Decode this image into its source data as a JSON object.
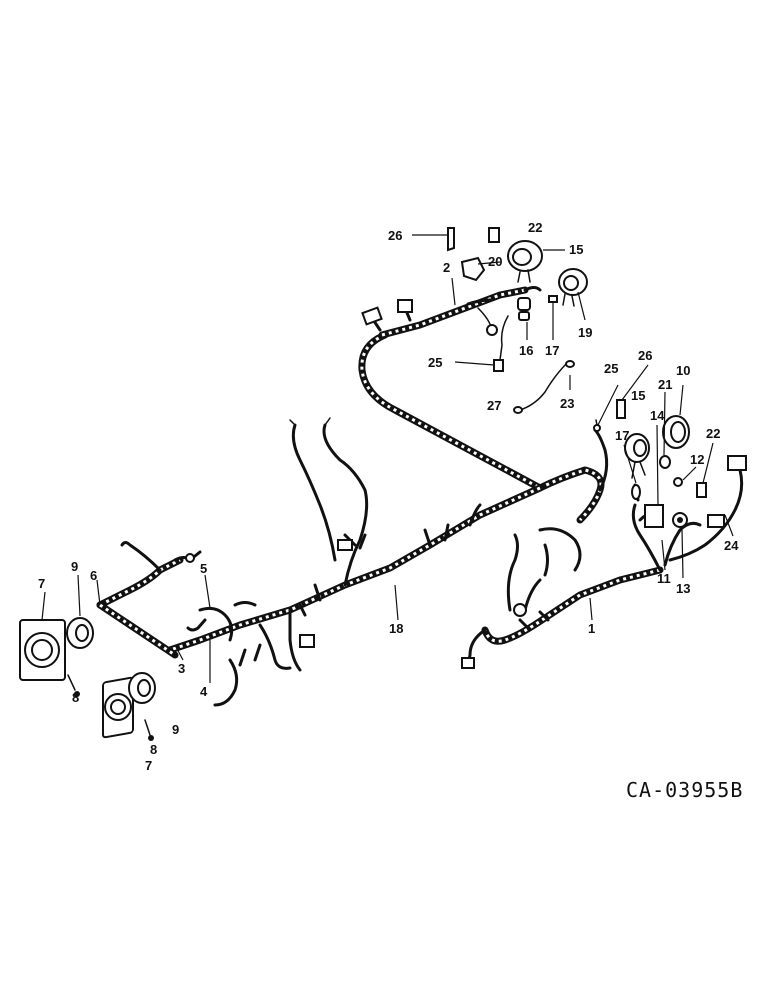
{
  "reference_code": "CA-03955B",
  "callouts": [
    "26",
    "22",
    "2",
    "20",
    "15",
    "19",
    "16",
    "17",
    "25",
    "23",
    "27",
    "26",
    "10",
    "25",
    "15",
    "21",
    "14",
    "22",
    "12",
    "17",
    "24",
    "11",
    "13",
    "1",
    "18",
    "9",
    "6",
    "5",
    "7",
    "3",
    "4",
    "8",
    "9",
    "8",
    "7"
  ]
}
